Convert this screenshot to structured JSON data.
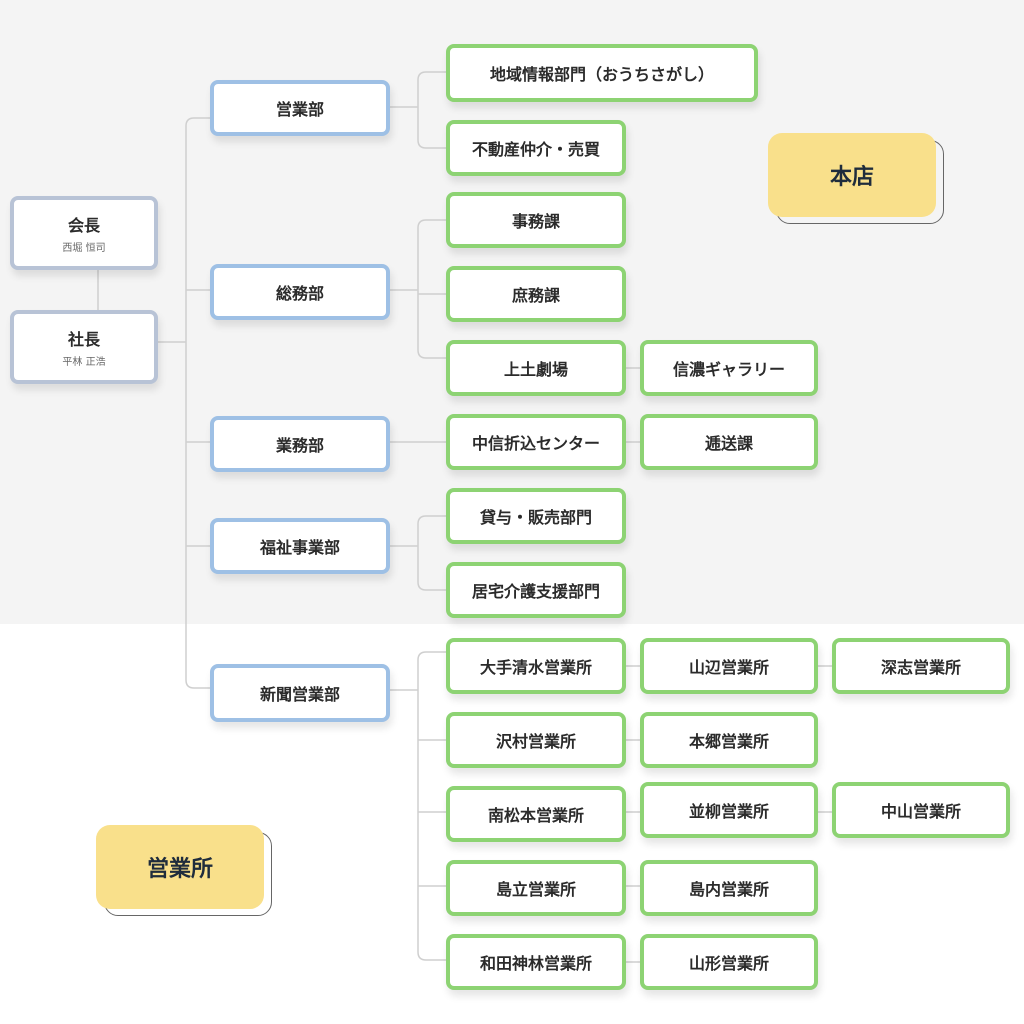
{
  "sections": {
    "hq_label": "本店",
    "branch_label": "営業所"
  },
  "executives": {
    "chairman": {
      "title": "会長",
      "name": "西堀 恒司"
    },
    "president": {
      "title": "社長",
      "name": "平林 正浩"
    }
  },
  "departments": {
    "sales": "営業部",
    "general_affairs": "総務部",
    "operations": "業務部",
    "welfare": "福祉事業部",
    "newspaper_sales": "新聞営業部"
  },
  "units": {
    "regional_info": "地域情報部門（おうちさがし）",
    "real_estate": "不動産仲介・売買",
    "admin_section": "事務課",
    "general_section": "庶務課",
    "kamitsuchi_theater": "上土劇場",
    "shinano_gallery": "信濃ギャラリー",
    "chushin_insert_center": "中信折込センター",
    "delivery_section": "逓送課",
    "rental_sales": "貸与・販売部門",
    "home_care_support": "居宅介護支援部門",
    "omachi_shimizu": "大手清水営業所",
    "yamabe": "山辺営業所",
    "fukashi": "深志営業所",
    "sawamura": "沢村営業所",
    "hongo": "本郷営業所",
    "minami_matsumoto": "南松本営業所",
    "namiyanagi": "並柳営業所",
    "nakayama": "中山営業所",
    "shimadachi": "島立営業所",
    "shimauchi": "島内営業所",
    "wada_kanbayashi": "和田神林営業所",
    "yamagata": "山形営業所"
  }
}
